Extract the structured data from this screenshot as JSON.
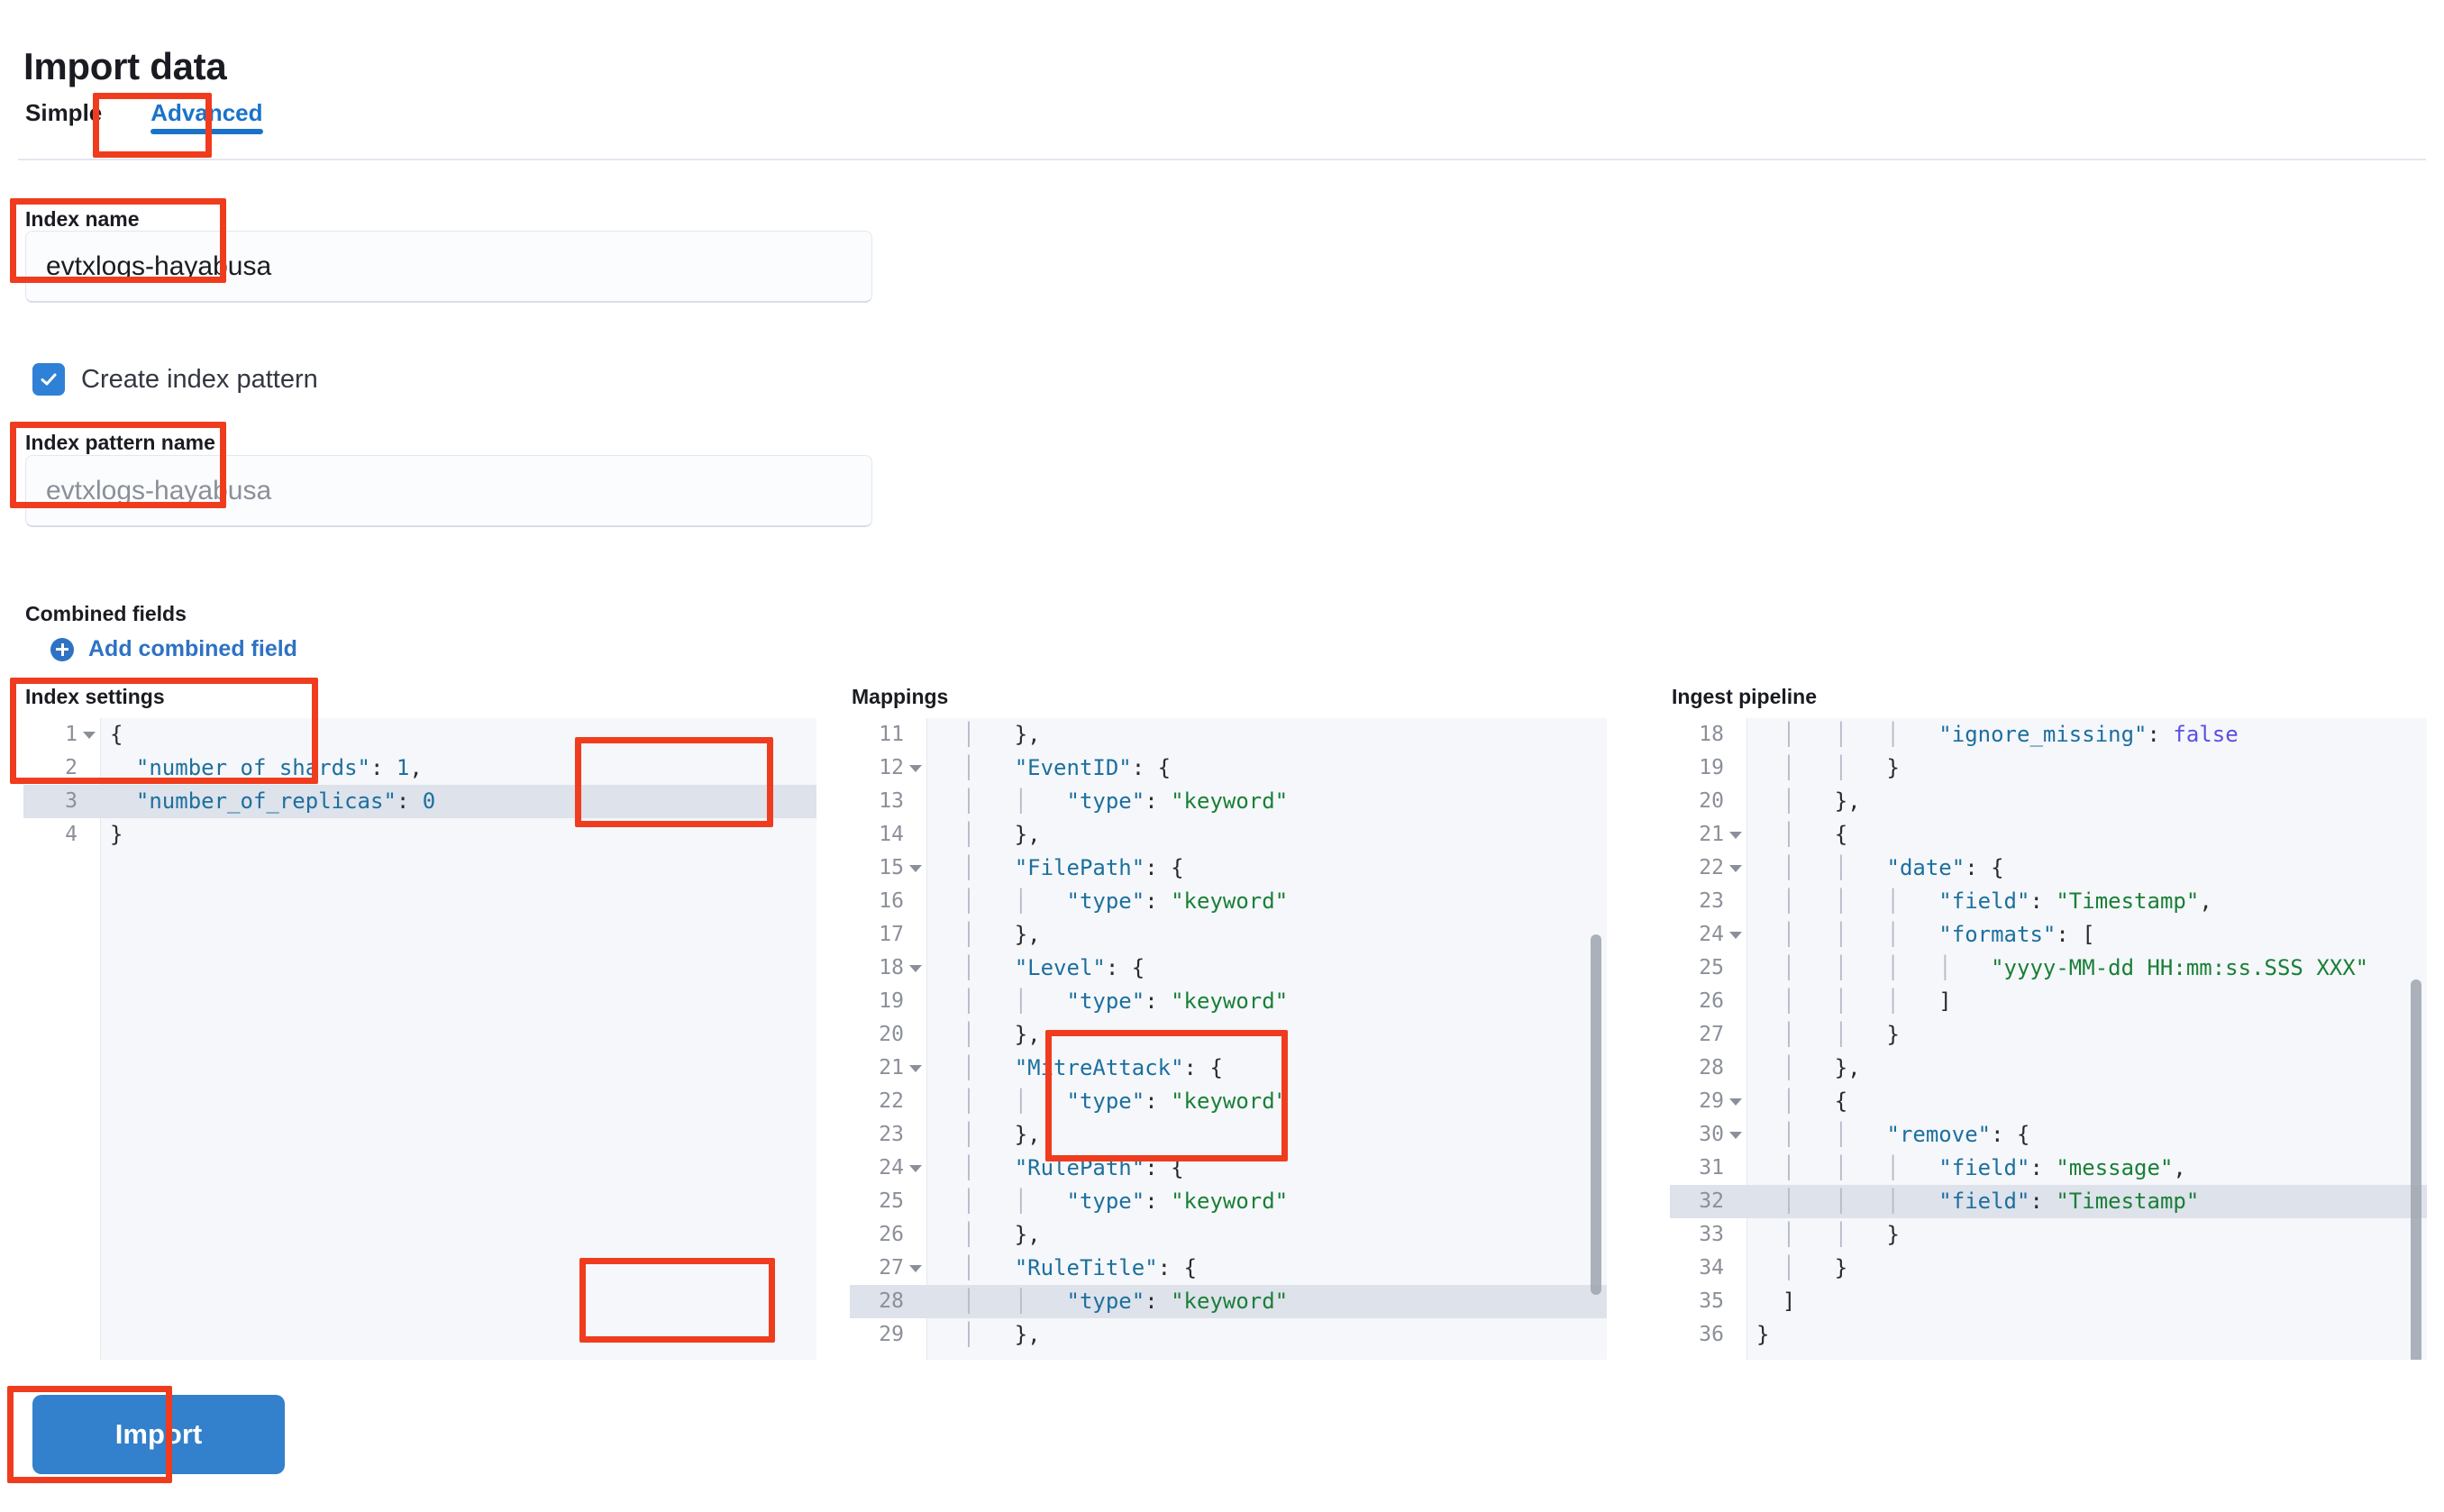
{
  "page": {
    "title": "Import data"
  },
  "tabs": [
    {
      "label": "Simple",
      "active": false
    },
    {
      "label": "Advanced",
      "active": true
    }
  ],
  "form": {
    "index_name": {
      "label": "Index name",
      "value": "evtxlogs-hayabusa",
      "placeholder": ""
    },
    "create_index_pattern": {
      "label": "Create index pattern",
      "checked": true
    },
    "index_pattern_name": {
      "label": "Index pattern name",
      "value": "",
      "placeholder": "evtxlogs-hayabusa"
    },
    "combined_fields": {
      "label": "Combined fields",
      "add_link_label": "Add combined field"
    }
  },
  "editors": {
    "index_settings": {
      "title": "Index settings",
      "first_line": 1,
      "highlight_line": 3,
      "lines": [
        {
          "n": 1,
          "fold": true,
          "text": "{"
        },
        {
          "n": 2,
          "fold": false,
          "text": "  \"number_of_shards\": 1,"
        },
        {
          "n": 3,
          "fold": false,
          "text": "  \"number_of_replicas\": 0"
        },
        {
          "n": 4,
          "fold": false,
          "text": "}"
        }
      ]
    },
    "mappings": {
      "title": "Mappings",
      "first_line": 11,
      "highlight_line": 28,
      "lines": [
        {
          "n": 11,
          "fold": false,
          "text": "  |   },"
        },
        {
          "n": 12,
          "fold": true,
          "text": "  |   \"EventID\": {"
        },
        {
          "n": 13,
          "fold": false,
          "text": "  |   |   \"type\": \"keyword\""
        },
        {
          "n": 14,
          "fold": false,
          "text": "  |   },"
        },
        {
          "n": 15,
          "fold": true,
          "text": "  |   \"FilePath\": {"
        },
        {
          "n": 16,
          "fold": false,
          "text": "  |   |   \"type\": \"keyword\""
        },
        {
          "n": 17,
          "fold": false,
          "text": "  |   },"
        },
        {
          "n": 18,
          "fold": true,
          "text": "  |   \"Level\": {"
        },
        {
          "n": 19,
          "fold": false,
          "text": "  |   |   \"type\": \"keyword\""
        },
        {
          "n": 20,
          "fold": false,
          "text": "  |   },"
        },
        {
          "n": 21,
          "fold": true,
          "text": "  |   \"MitreAttack\": {"
        },
        {
          "n": 22,
          "fold": false,
          "text": "  |   |   \"type\": \"keyword\""
        },
        {
          "n": 23,
          "fold": false,
          "text": "  |   },"
        },
        {
          "n": 24,
          "fold": true,
          "text": "  |   \"RulePath\": {"
        },
        {
          "n": 25,
          "fold": false,
          "text": "  |   |   \"type\": \"keyword\""
        },
        {
          "n": 26,
          "fold": false,
          "text": "  |   },"
        },
        {
          "n": 27,
          "fold": true,
          "text": "  |   \"RuleTitle\": {"
        },
        {
          "n": 28,
          "fold": false,
          "text": "  |   |   \"type\": \"keyword\""
        },
        {
          "n": 29,
          "fold": false,
          "text": "  |   },"
        }
      ]
    },
    "ingest_pipeline": {
      "title": "Ingest pipeline",
      "first_line": 18,
      "highlight_line": 32,
      "lines": [
        {
          "n": 18,
          "fold": false,
          "text": "  |   |   |   \"ignore_missing\": false"
        },
        {
          "n": 19,
          "fold": false,
          "text": "  |   |   }"
        },
        {
          "n": 20,
          "fold": false,
          "text": "  |   },"
        },
        {
          "n": 21,
          "fold": true,
          "text": "  |   {"
        },
        {
          "n": 22,
          "fold": true,
          "text": "  |   |   \"date\": {"
        },
        {
          "n": 23,
          "fold": false,
          "text": "  |   |   |   \"field\": \"Timestamp\","
        },
        {
          "n": 24,
          "fold": true,
          "text": "  |   |   |   \"formats\": ["
        },
        {
          "n": 25,
          "fold": false,
          "text": "  |   |   |   |   \"yyyy-MM-dd HH:mm:ss.SSS XXX\""
        },
        {
          "n": 26,
          "fold": false,
          "text": "  |   |   |   ]"
        },
        {
          "n": 27,
          "fold": false,
          "text": "  |   |   }"
        },
        {
          "n": 28,
          "fold": false,
          "text": "  |   },"
        },
        {
          "n": 29,
          "fold": true,
          "text": "  |   {"
        },
        {
          "n": 30,
          "fold": true,
          "text": "  |   |   \"remove\": {"
        },
        {
          "n": 31,
          "fold": false,
          "text": "  |   |   |   \"field\": \"message\","
        },
        {
          "n": 32,
          "fold": false,
          "text": "  |   |   |   \"field\": \"Timestamp\""
        },
        {
          "n": 33,
          "fold": false,
          "text": "  |   |   }"
        },
        {
          "n": 34,
          "fold": false,
          "text": "  |   }"
        },
        {
          "n": 35,
          "fold": false,
          "text": "  ]"
        },
        {
          "n": 36,
          "fold": false,
          "text": "}"
        }
      ]
    }
  },
  "actions": {
    "import_label": "Import"
  },
  "colors": {
    "accent": "#2e72c4",
    "annotation": "#f03c1e",
    "button": "#3380cc",
    "string": "#1a7f37",
    "key": "#1d6f9e",
    "boolean": "#5b4ee0"
  }
}
